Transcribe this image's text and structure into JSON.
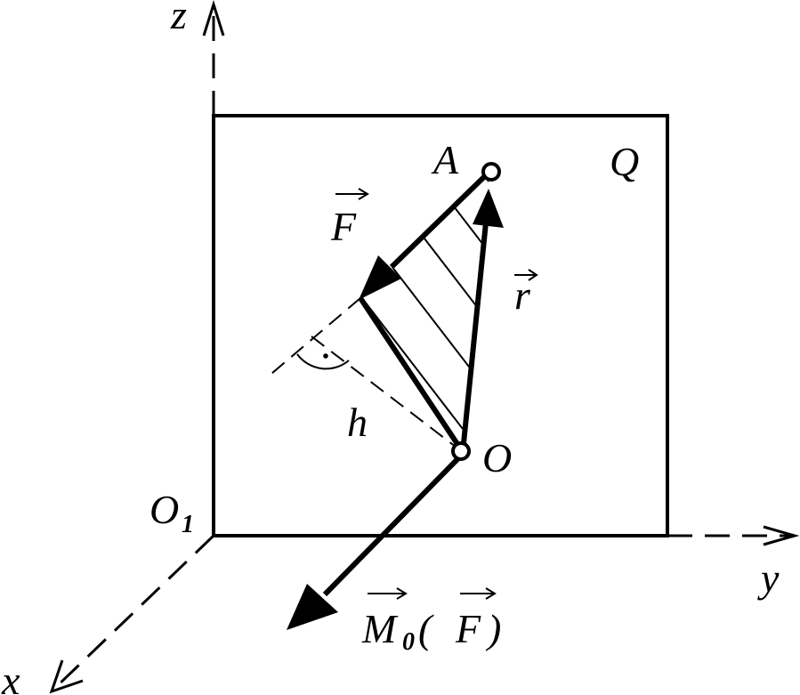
{
  "labels": {
    "z": "z",
    "y": "y",
    "x": "x",
    "o1": "O",
    "o1_sub": "1",
    "point_a": "A",
    "plane_q": "Q",
    "force": "F",
    "radius": "r",
    "arm": "h",
    "point_o": "O",
    "moment_m": "M",
    "moment_sub": "0",
    "moment_open": "(",
    "moment_f": "F",
    "moment_close": ")"
  }
}
